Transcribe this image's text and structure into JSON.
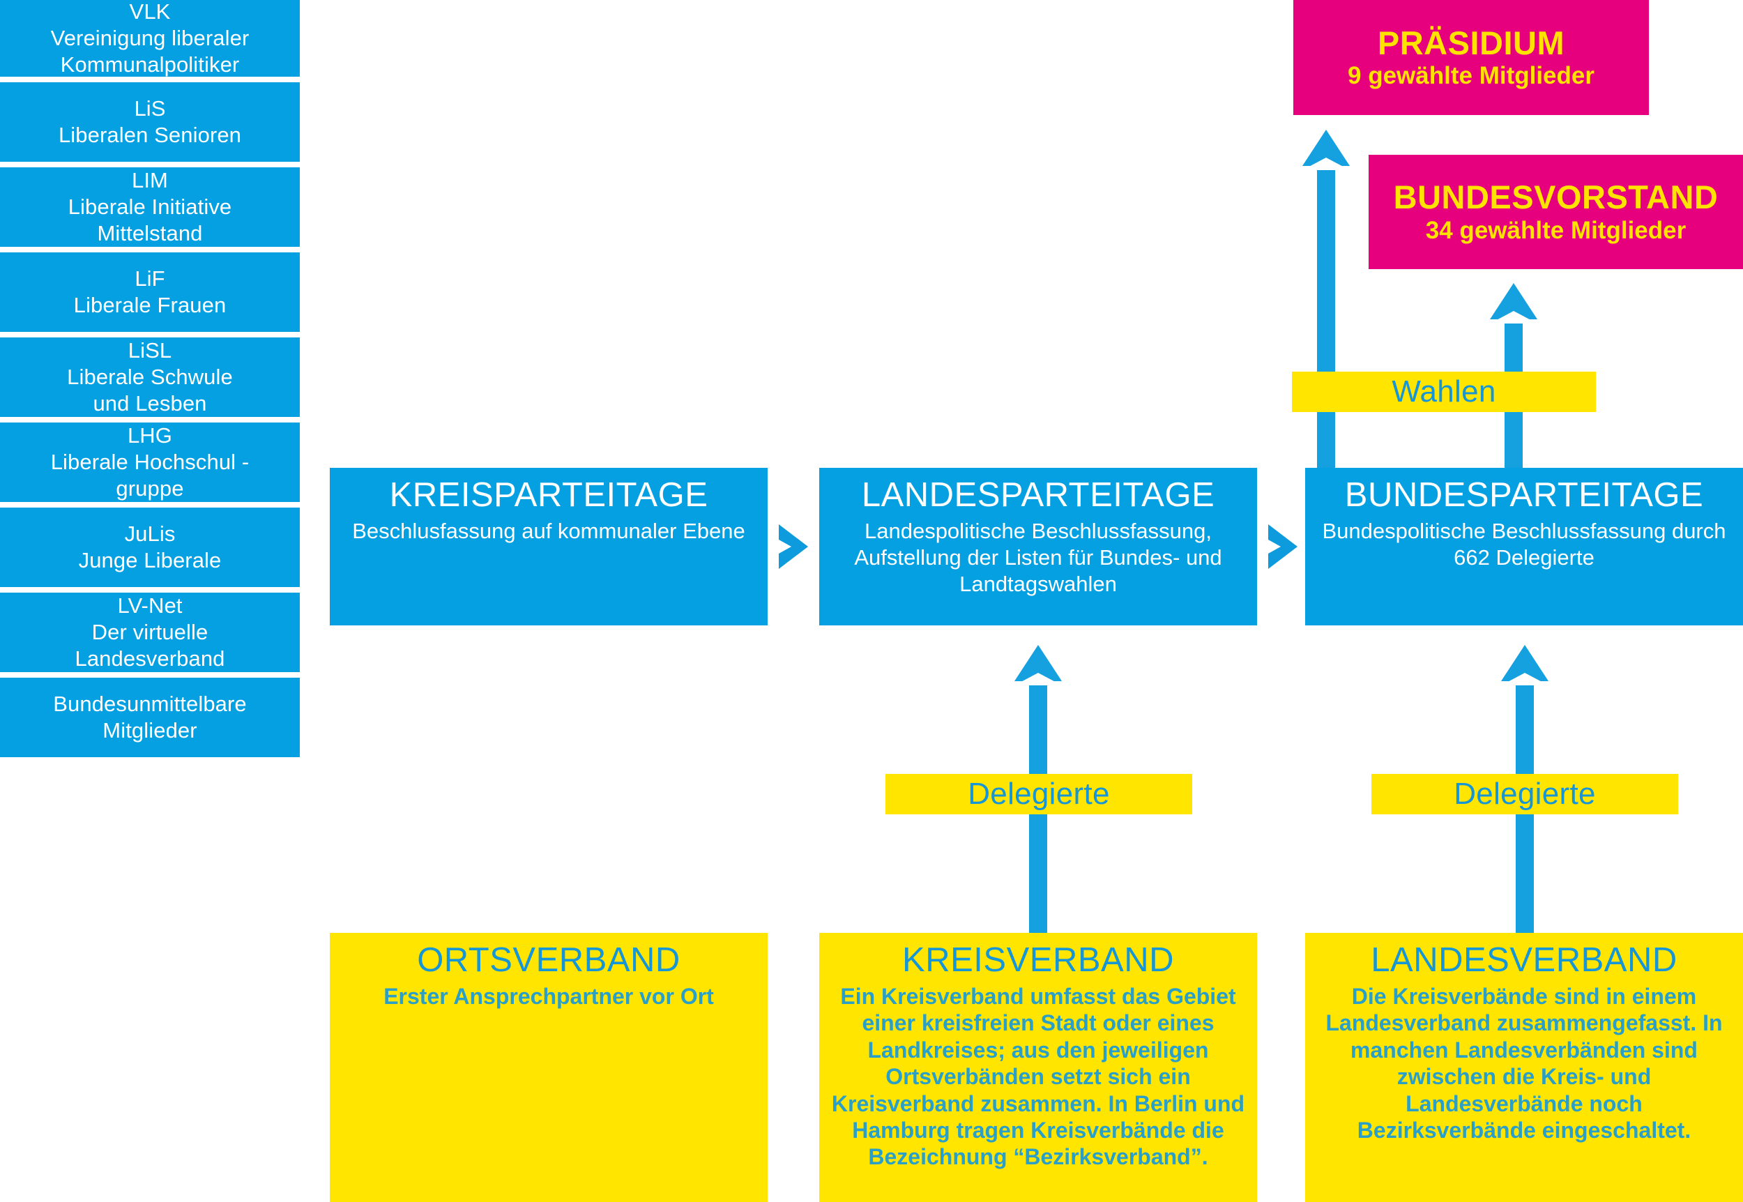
{
  "colors": {
    "blue": "#05A0E2",
    "arrow_blue": "#15A0DF",
    "pink": "#E6007E",
    "yellow": "#FFE500",
    "yellow_text_blue": "#1696D6",
    "white": "#FFFFFF"
  },
  "sidebar": {
    "items": [
      {
        "abbr": "VLK",
        "lines": [
          "Vereinigung liberaler",
          "Kommunalpolitiker"
        ]
      },
      {
        "abbr": "LiS",
        "lines": [
          "Liberalen Senioren"
        ]
      },
      {
        "abbr": "LIM",
        "lines": [
          "Liberale Initiative",
          "Mittelstand"
        ]
      },
      {
        "abbr": "LiF",
        "lines": [
          "Liberale Frauen"
        ]
      },
      {
        "abbr": "LiSL",
        "lines": [
          "Liberale Schwule",
          "und Lesben"
        ]
      },
      {
        "abbr": "LHG",
        "lines": [
          "Liberale Hochschul -",
          "gruppe"
        ]
      },
      {
        "abbr": "JuLis",
        "lines": [
          "Junge Liberale"
        ]
      },
      {
        "abbr": "LV-Net",
        "lines": [
          "Der virtuelle",
          "Landesverband"
        ]
      },
      {
        "abbr": "",
        "lines": [
          "Bundesunmittelbare",
          "Mitglieder"
        ]
      }
    ]
  },
  "parteitage": [
    {
      "title": "KREISPARTEITAGE",
      "desc": "Beschlusfassung auf kommunaler Ebene"
    },
    {
      "title": "LANDESPARTEITAGE",
      "desc": "Landespolitische Beschlussfassung, Aufstellung der Listen für Bundes- und Landtagswahlen"
    },
    {
      "title": "BUNDESPARTEITAGE",
      "desc": "Bundespolitische Beschlussfassung durch 662 Delegierte"
    }
  ],
  "verbaende": [
    {
      "title": "ORTSVERBAND",
      "desc": "Erster Ansprechpartner vor Ort"
    },
    {
      "title": "KREISVERBAND",
      "desc": "Ein Kreisverband umfasst das Gebiet einer kreisfreien Stadt oder eines Landkreises; aus den jeweiligen Ortsverbänden setzt sich ein Kreisverband zusammen. In Berlin und Hamburg tragen Kreisverbände die Bezeichnung “Bezirksverband”."
    },
    {
      "title": "LANDESVERBAND",
      "desc": "Die Kreisverbände sind in einem Landesverband zusammengefasst. In manchen Landesverbänden sind zwischen die Kreis- und Landesverbände noch Bezirksverbände eingeschaltet."
    }
  ],
  "leadership": [
    {
      "title": "PRÄSIDIUM",
      "desc": "9 gewählte Mitglieder"
    },
    {
      "title": "BUNDESVORSTAND",
      "desc": "34 gewählte Mitglieder"
    }
  ],
  "edge_labels": {
    "wahlen": "Wahlen",
    "delegierte_landes": "Delegierte",
    "delegierte_bundes": "Delegierte"
  },
  "flow_icons": {
    "chevron_1": "chevron-right-icon",
    "chevron_2": "chevron-right-icon",
    "arrow_praesidium": "arrow-up-icon",
    "arrow_bundesvorstand": "arrow-up-icon",
    "arrow_landes": "arrow-up-icon",
    "arrow_bundes": "arrow-up-icon"
  }
}
